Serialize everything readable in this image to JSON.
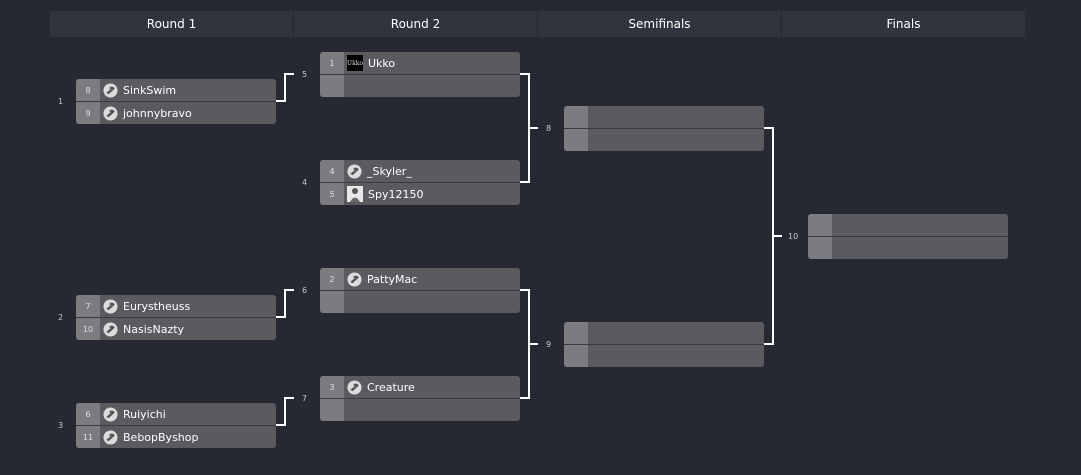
{
  "rounds": [
    "Round 1",
    "Round 2",
    "Semifinals",
    "Finals"
  ],
  "matches": {
    "m1": {
      "num": "1",
      "top": {
        "seed": "8",
        "name": "SinkSwim",
        "avatar": "shield-icon"
      },
      "bottom": {
        "seed": "9",
        "name": "johnnybravo",
        "avatar": "shield-icon"
      }
    },
    "m2": {
      "num": "2",
      "top": {
        "seed": "7",
        "name": "Eurystheuss",
        "avatar": "shield-icon"
      },
      "bottom": {
        "seed": "10",
        "name": "NasisNazty",
        "avatar": "shield-icon"
      }
    },
    "m3": {
      "num": "3",
      "top": {
        "seed": "6",
        "name": "Ruiyichi",
        "avatar": "shield-icon"
      },
      "bottom": {
        "seed": "11",
        "name": "BebopByshop",
        "avatar": "shield-icon"
      }
    },
    "m4": {
      "num": "4",
      "top": {
        "seed": "4",
        "name": "_Skyler_",
        "avatar": "shield-icon"
      },
      "bottom": {
        "seed": "5",
        "name": "Spy12150",
        "avatar": "photo-avatar"
      }
    },
    "m5": {
      "num": "5",
      "top": {
        "seed": "1",
        "name": "Ukko",
        "avatar": "ukko-avatar",
        "avatar_text": "Ukko"
      },
      "bottom": {
        "seed": "",
        "name": ""
      }
    },
    "m6": {
      "num": "6",
      "top": {
        "seed": "2",
        "name": "PattyMac",
        "avatar": "shield-icon"
      },
      "bottom": {
        "seed": "",
        "name": ""
      }
    },
    "m7": {
      "num": "7",
      "top": {
        "seed": "3",
        "name": "Creature",
        "avatar": "shield-icon"
      },
      "bottom": {
        "seed": "",
        "name": ""
      }
    },
    "m8": {
      "num": "8",
      "top": {
        "seed": "",
        "name": ""
      },
      "bottom": {
        "seed": "",
        "name": ""
      }
    },
    "m9": {
      "num": "9",
      "top": {
        "seed": "",
        "name": ""
      },
      "bottom": {
        "seed": "",
        "name": ""
      }
    },
    "m10": {
      "num": "10",
      "top": {
        "seed": "",
        "name": ""
      },
      "bottom": {
        "seed": "",
        "name": ""
      }
    }
  },
  "colors": {
    "background": "#262932",
    "header": "#30343e",
    "match": "#5a5a5f",
    "seed": "#7b7b80",
    "connector": "#ffffff"
  }
}
